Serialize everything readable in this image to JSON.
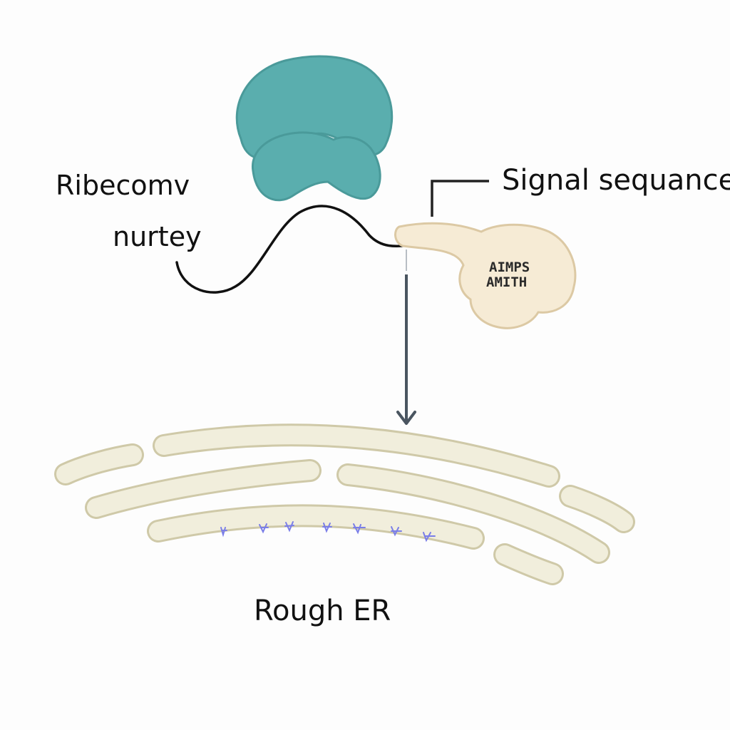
{
  "labels": {
    "ribosome": "Ribecomv",
    "mrna": "nurtey",
    "signal_sequence": "Signal sequance",
    "rough_er": "Rough ER",
    "protein_line1": "AIMPS",
    "protein_line2": "AMITH"
  },
  "colors": {
    "ribosome": "#5aaeae",
    "ribosome_edge": "#4a9a9a",
    "protein_fill": "#f6ebd5",
    "protein_edge": "#dcc9a4",
    "er_fill": "#f1eedc",
    "er_edge": "#cfc9a8",
    "arrow": "#4a5560",
    "mrna": "#111111",
    "ribosome_bound": "#7a7ee8"
  }
}
